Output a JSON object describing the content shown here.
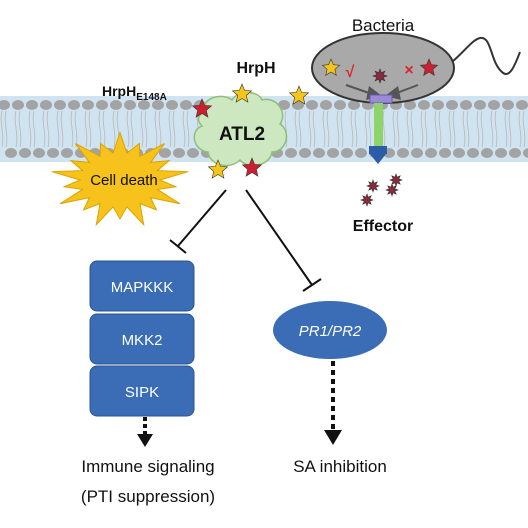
{
  "labels": {
    "bacteria": "Bacteria",
    "hrph": "HrpH",
    "hrph_mutant_base": "HrpH",
    "hrph_mutant_sub": "E148A",
    "atl2": "ATL2",
    "cell_death": "Cell death",
    "effector": "Effector",
    "check_mark": "√",
    "cross_mark": "×"
  },
  "kinase_cascade": [
    "MAPKKK",
    "MKK2",
    "SIPK"
  ],
  "pr_genes": "PR1/PR2",
  "outcomes": {
    "immune_line1": "Immune signaling",
    "immune_line2": "(PTI suppression)",
    "sa": "SA inhibition"
  },
  "colors": {
    "membrane_band": "#cfe3f0",
    "lipid_head": "#a3a3a3",
    "kinase_box": "#3a6db5",
    "pr_ellipse": "#3a6db5",
    "atl2_fill": "#cde8c0",
    "bacteria_fill": "#a9a9a9",
    "star_yellow": "#f5c518",
    "star_red": "#cc1f2f",
    "channel_green": "#8fd46a",
    "channel_purple": "#9b8ad6",
    "channel_blue": "#2a5ca8",
    "cell_death_burst": "#f7c21c",
    "effector_dot": "#8a2a3a"
  }
}
